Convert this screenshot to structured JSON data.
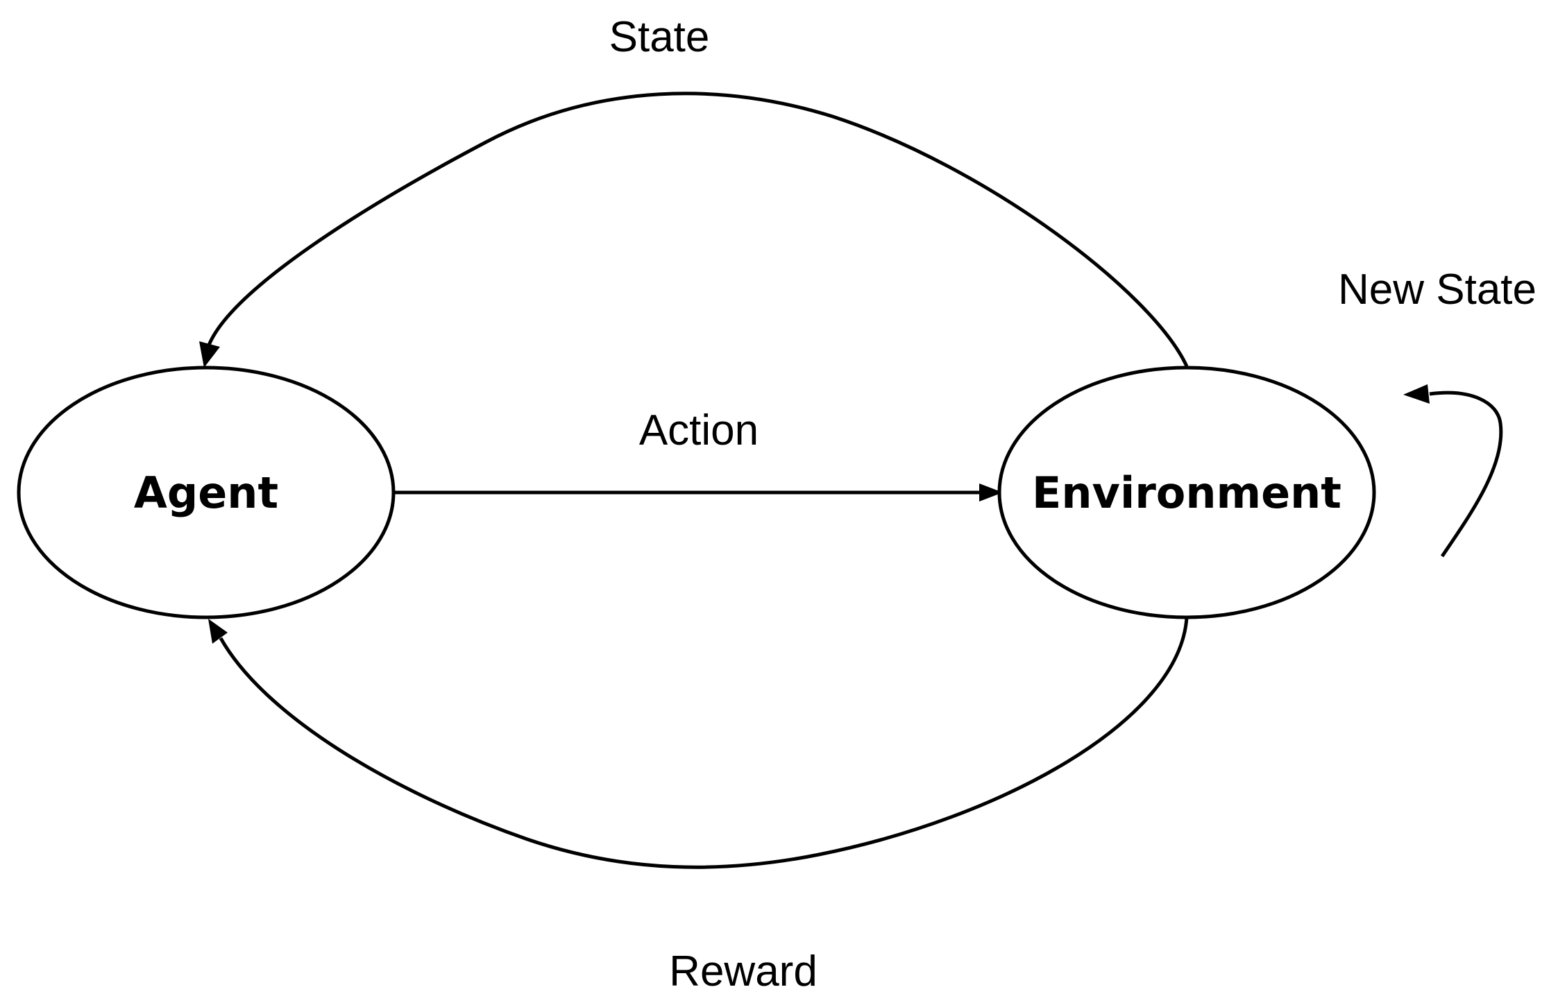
{
  "diagram": {
    "nodes": {
      "agent": {
        "label": "Agent"
      },
      "environment": {
        "label": "Environment"
      }
    },
    "edges": {
      "state": {
        "label": "State",
        "from": "environment",
        "to": "agent"
      },
      "action": {
        "label": "Action",
        "from": "agent",
        "to": "environment"
      },
      "reward": {
        "label": "Reward",
        "from": "environment",
        "to": "agent"
      },
      "new_state": {
        "label": "New State",
        "from": "environment",
        "to": "environment"
      }
    },
    "colors": {
      "stroke": "#000000",
      "background": "#ffffff"
    }
  }
}
